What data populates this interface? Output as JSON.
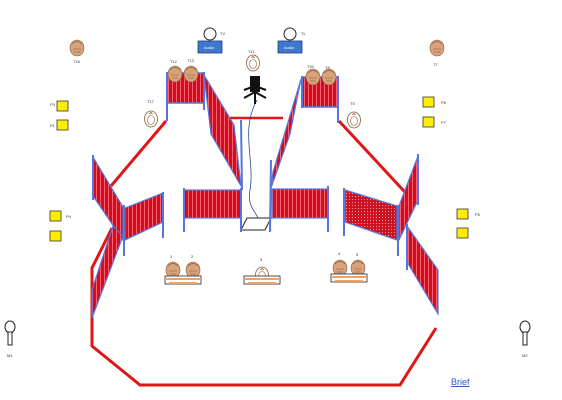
{
  "colors": {
    "rope": "#e01515",
    "barrier_fill": "#cc1020",
    "barrier_post": "#5577dd",
    "barrier_slat": "#ff6070",
    "square": "#ffee00",
    "box": "#3f78d0",
    "skin": "#d8a27a",
    "link": "#3355bb"
  },
  "icons": {
    "person": "person-icon",
    "camera": "camera-icon",
    "microphone": "microphone-icon",
    "clock": "clock-icon",
    "podium": "podium-icon"
  },
  "labels": {
    "top_left_person": "T16",
    "top_right_person": "T7",
    "center_person": "T11",
    "left_booth_p1": "T12",
    "left_booth_p2": "T13",
    "right_booth_p1": "T20",
    "right_booth_p2": "T8",
    "left_guard": "T17",
    "right_guard": "T5",
    "left_clock": "TV",
    "right_clock": "TL",
    "box_left": "Audio",
    "box_right": "Audio",
    "sq_left_1": "P3",
    "sq_left_2": "P1",
    "sq_left_3": "P4",
    "sq_right_1": "P8",
    "sq_right_2": "P7",
    "sq_right_3": "P5",
    "mic_left": "M1",
    "mic_right": "M2",
    "seat_left_a": "1",
    "seat_left_b": "2",
    "seat_center": "3",
    "seat_right_a": "4",
    "seat_right_b": "5"
  },
  "link_text": "Brief"
}
